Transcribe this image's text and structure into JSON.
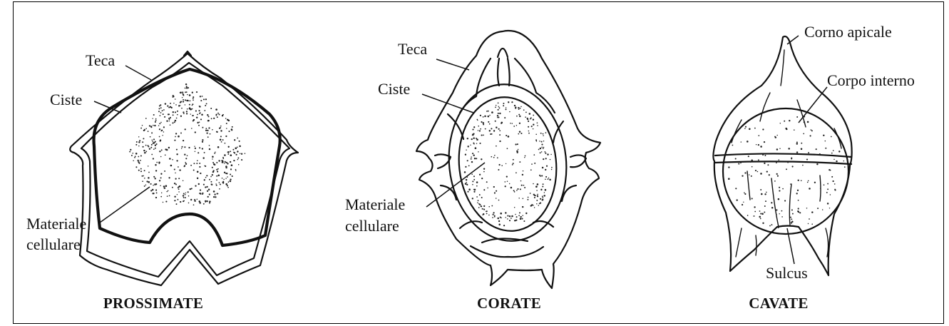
{
  "figures": [
    {
      "caption": "PROSSIMATE",
      "labels": {
        "teca": "Teca",
        "ciste": "Ciste",
        "materiale_1": "Materiale",
        "materiale_2": "cellulare"
      }
    },
    {
      "caption": "CORATE",
      "labels": {
        "teca": "Teca",
        "ciste": "Ciste",
        "materiale_1": "Materiale",
        "materiale_2": "cellulare"
      }
    },
    {
      "caption": "CAVATE",
      "labels": {
        "corno": "Corno apicale",
        "corpo": "Corpo interno",
        "sulcus": "Sulcus"
      }
    }
  ]
}
